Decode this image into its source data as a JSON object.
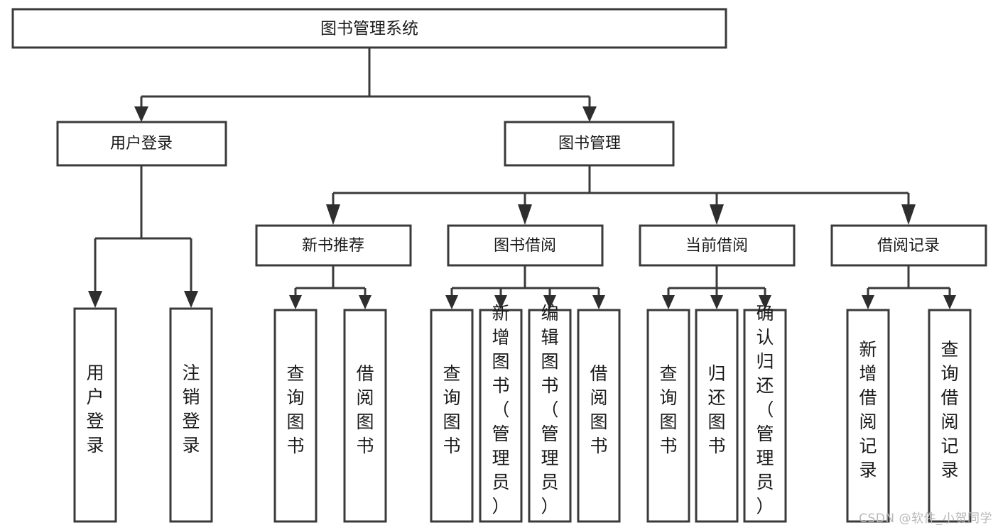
{
  "diagram": {
    "title": "图书管理系统",
    "watermark": "CSDN @软件_小贺同学",
    "colors": {
      "background": "#ffffff",
      "box_stroke": "#3a3a3a",
      "connector": "#3a3a3a",
      "text": "#1a1a1a",
      "watermark": "#b9b9b9"
    },
    "root": {
      "label": "图书管理系统"
    },
    "level2": [
      {
        "label": "用户登录"
      },
      {
        "label": "图书管理"
      }
    ],
    "level3": [
      {
        "label": "新书推荐"
      },
      {
        "label": "图书借阅"
      },
      {
        "label": "当前借阅"
      },
      {
        "label": "借阅记录"
      }
    ],
    "leaves": {
      "user_login": [
        {
          "label": "用户登录"
        },
        {
          "label": "注销登录"
        }
      ],
      "new_book_recommend": [
        {
          "label": "查询图书"
        },
        {
          "label": "借阅图书"
        }
      ],
      "book_borrow": [
        {
          "label": "查询图书"
        },
        {
          "label": "新增图书（管理员）"
        },
        {
          "label": "编辑图书（管理员）"
        },
        {
          "label": "借阅图书"
        }
      ],
      "current_borrow": [
        {
          "label": "查询图书"
        },
        {
          "label": "归还图书"
        },
        {
          "label": "确认归还（管理员）"
        }
      ],
      "borrow_records": [
        {
          "label": "新增借阅记录"
        },
        {
          "label": "查询借阅记录"
        }
      ]
    }
  }
}
